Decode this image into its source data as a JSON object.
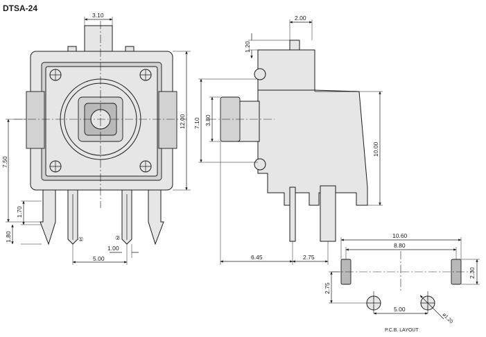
{
  "title": "DTSA-24",
  "front_view": {
    "dim_top_width": "3.10",
    "dim_height": "12.00",
    "dim_left_height": "7.50",
    "dim_pin_1": "1.70",
    "dim_pin_2": "1.80",
    "dim_pin_spacing": "5.00",
    "dim_pin_width": "1.00",
    "pin_1_label": "①",
    "pin_2_label": "②"
  },
  "side_view": {
    "dim_top_width": "2.00",
    "dim_top_height": "1.20",
    "dim_height_outer": "7.10",
    "dim_actuator_height": "3.80",
    "dim_body_height": "10.00",
    "dim_bottom_left": "6.45",
    "dim_bottom_right": "2.75"
  },
  "pcb_layout": {
    "dim_overall_width": "10.60",
    "dim_pad_spacing": "8.80",
    "dim_pad_height": "2.30",
    "dim_vertical": "2.75",
    "dim_hole_spacing": "5.00",
    "dim_hole_diameter": "ø1.20",
    "label": "P.C.B. LAYOUT"
  }
}
